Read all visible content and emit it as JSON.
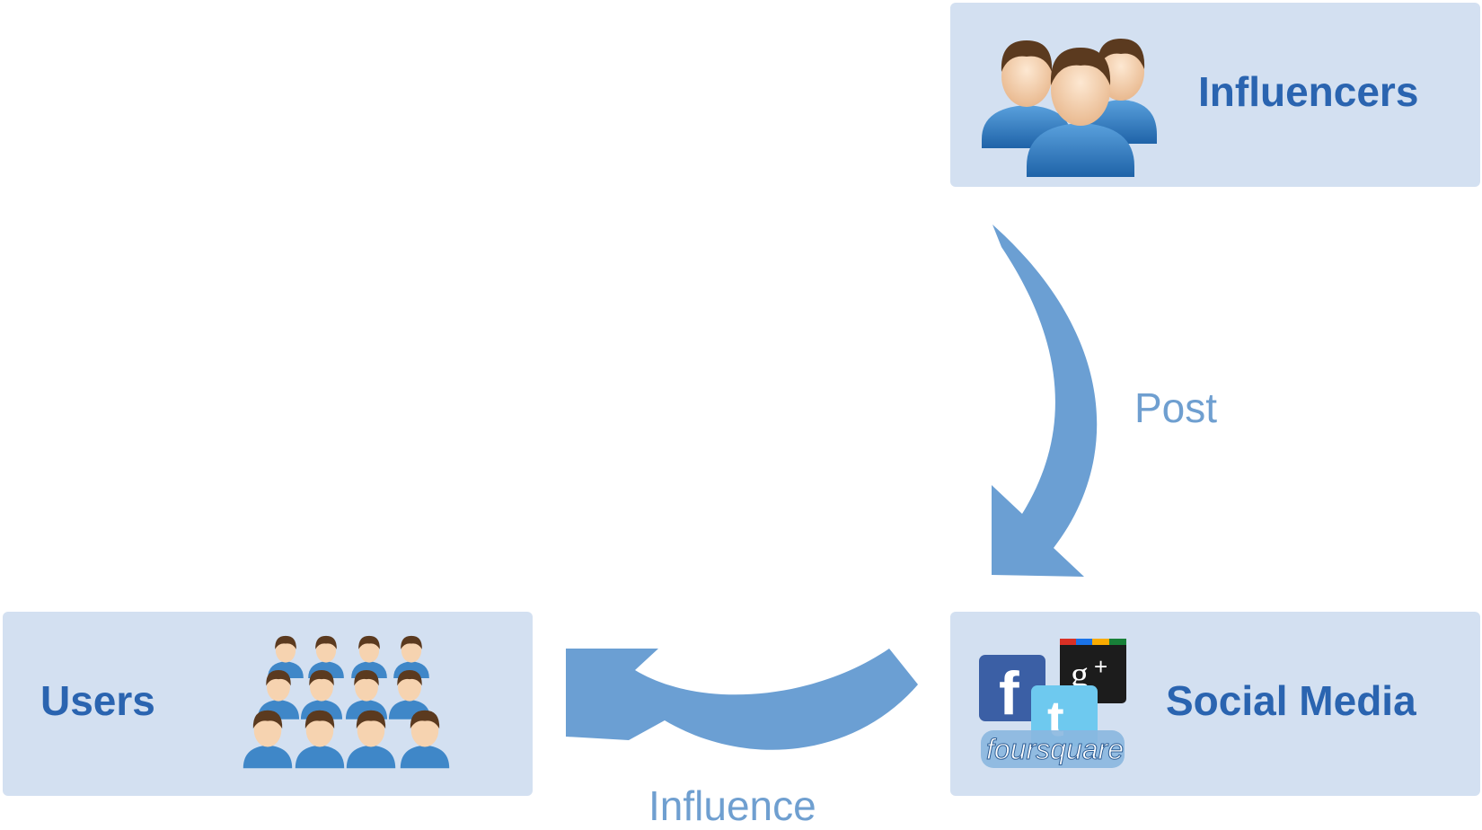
{
  "nodes": {
    "influencers": {
      "label": "Influencers"
    },
    "social_media": {
      "label": "Social Media",
      "logos": [
        "facebook-logo",
        "google-plus-logo",
        "twitter-logo",
        "foursquare-logo"
      ],
      "foursquare_text": "foursquare"
    },
    "users": {
      "label": "Users"
    }
  },
  "edges": {
    "post": {
      "label": "Post",
      "from": "Influencers",
      "to": "Social Media"
    },
    "influence": {
      "label": "Influence",
      "from": "Social Media",
      "to": "Users"
    }
  },
  "colors": {
    "box": "#d3e0f1",
    "title": "#2a64b0",
    "arrow": "#6b9fd3",
    "edge_label": "#6f9fd0"
  }
}
